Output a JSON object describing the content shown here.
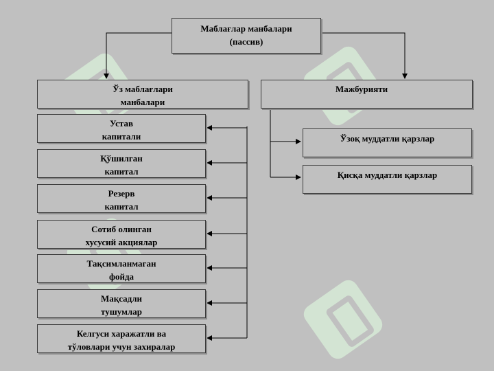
{
  "root": {
    "text": "Маблағлар манбалари\n(пассив)"
  },
  "own_funds": {
    "title": "Ўз маблағлари\nманбалари",
    "items": [
      "Устав\nкапитали",
      "Қўшилган\nкапитал",
      "Резерв\nкапитал",
      "Сотиб олинган\nхусусий акциялар",
      "Тақсимланмаган\nфойда",
      "Мақсадли\nтушумлар",
      "Келгуси харажатли ва\nтўловлари учун захиралар"
    ]
  },
  "liabilities": {
    "title": "Мажбурияти",
    "items": [
      "Ўзоқ муддатли қарзлар",
      "Қисқа муддатли қарзлар"
    ]
  },
  "colors": {
    "background": "#c0c0c0",
    "border": "#3a3a3a",
    "watermark": "#d6e9d6"
  }
}
